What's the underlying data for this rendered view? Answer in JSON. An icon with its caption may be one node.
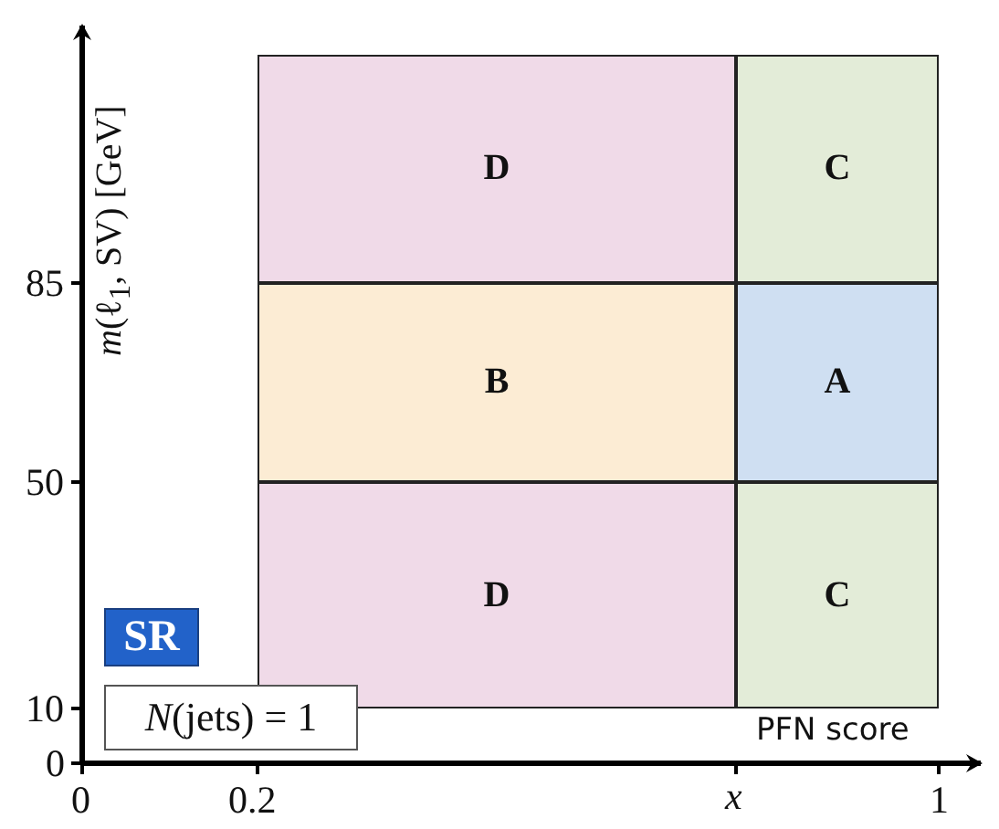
{
  "diagram": {
    "nodes": [
      {
        "text": [
          "D"
        ]
      },
      {
        "text": [
          "C"
        ]
      },
      {
        "text": [
          "B"
        ]
      },
      {
        "text": [
          "A"
        ]
      },
      {
        "text": [
          "D"
        ]
      },
      {
        "text": [
          "C"
        ]
      },
      {
        "text": [
          "SR"
        ]
      },
      {
        "text": [
          "*N*(jets) = 1"
        ]
      }
    ],
    "labels": [
      "*m*(ℓ$_{1}$, SV) [GeV]",
      "85",
      "50",
      "10",
      "0",
      "PFN score",
      "0",
      "0.2",
      "x",
      "1"
    ]
  }
}
